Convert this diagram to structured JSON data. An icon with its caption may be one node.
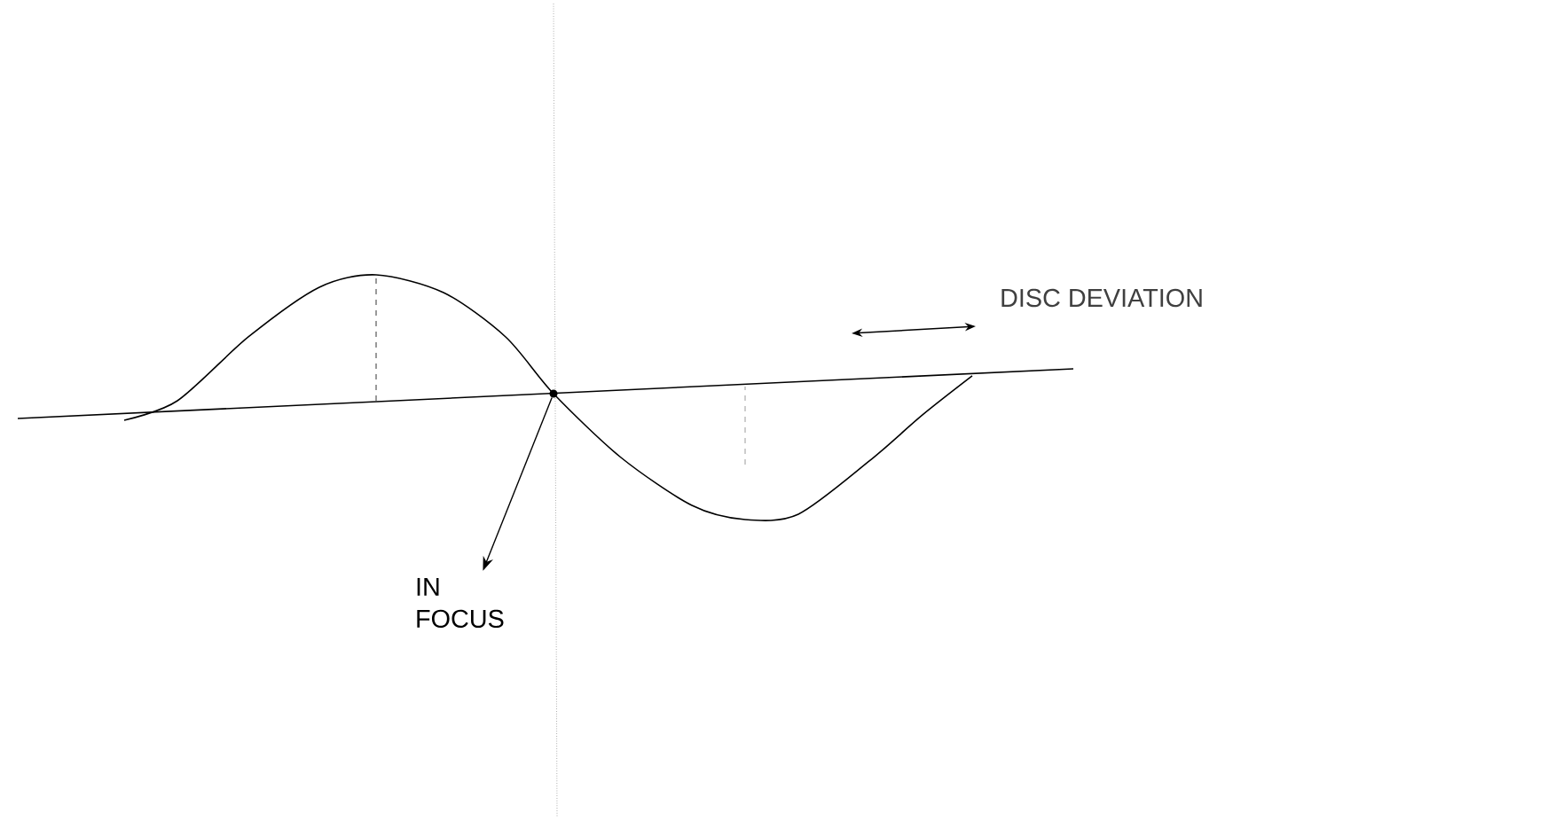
{
  "diagram": {
    "nodes": [
      {
        "text": [
          "IN FOCUS"
        ]
      },
      {
        "text": [],
        "shape": "dot"
      }
    ],
    "edges": [
      {
        "from": 1,
        "to": 0,
        "arrow": "to"
      }
    ],
    "labels": [
      "DISC DEVIATION"
    ]
  }
}
